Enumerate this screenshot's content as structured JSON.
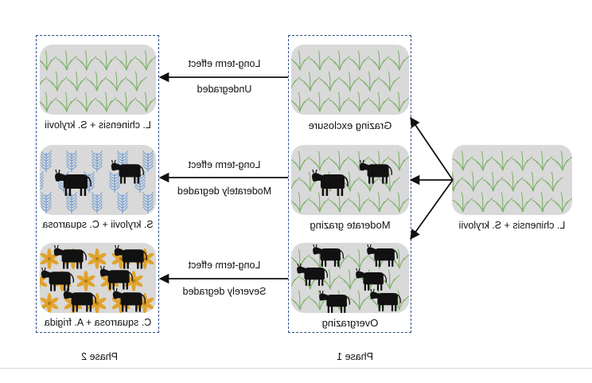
{
  "phases": {
    "phase1": "Phase 1",
    "phase2": "Phase 2"
  },
  "initial": {
    "label": "L. chinensis + S. krylovii"
  },
  "phase1_treatments": [
    {
      "label": "Grazing exclosure"
    },
    {
      "label": "Moderate grazing"
    },
    {
      "label": "Overgrazing"
    }
  ],
  "effects": [
    {
      "effect": "Long-term effect",
      "state": "Undegraded"
    },
    {
      "effect": "Long-term effect",
      "state": "Moderately degraded"
    },
    {
      "effect": "Long-term effect",
      "state": "Severely degraded"
    }
  ],
  "phase2_communities": [
    {
      "label": "L. chinensis + S. krylovii"
    },
    {
      "label": "S. krylovii + C. squarrosa"
    },
    {
      "label": "C. squarrosa + A. frigida"
    }
  ],
  "colors": {
    "tile_bg": "#d9d9d9",
    "grass": "#7fb36a",
    "blue_plant": "#6f9bd1",
    "yellow_plant": "#e0a32b",
    "cattle": "#111111",
    "box_border": "#2d4a8a"
  },
  "icons": {
    "grass": "grass-icon",
    "cattle": "cattle-icon",
    "blue_plant": "blue-plant-icon",
    "yellow_plant": "yellow-plant-icon"
  }
}
